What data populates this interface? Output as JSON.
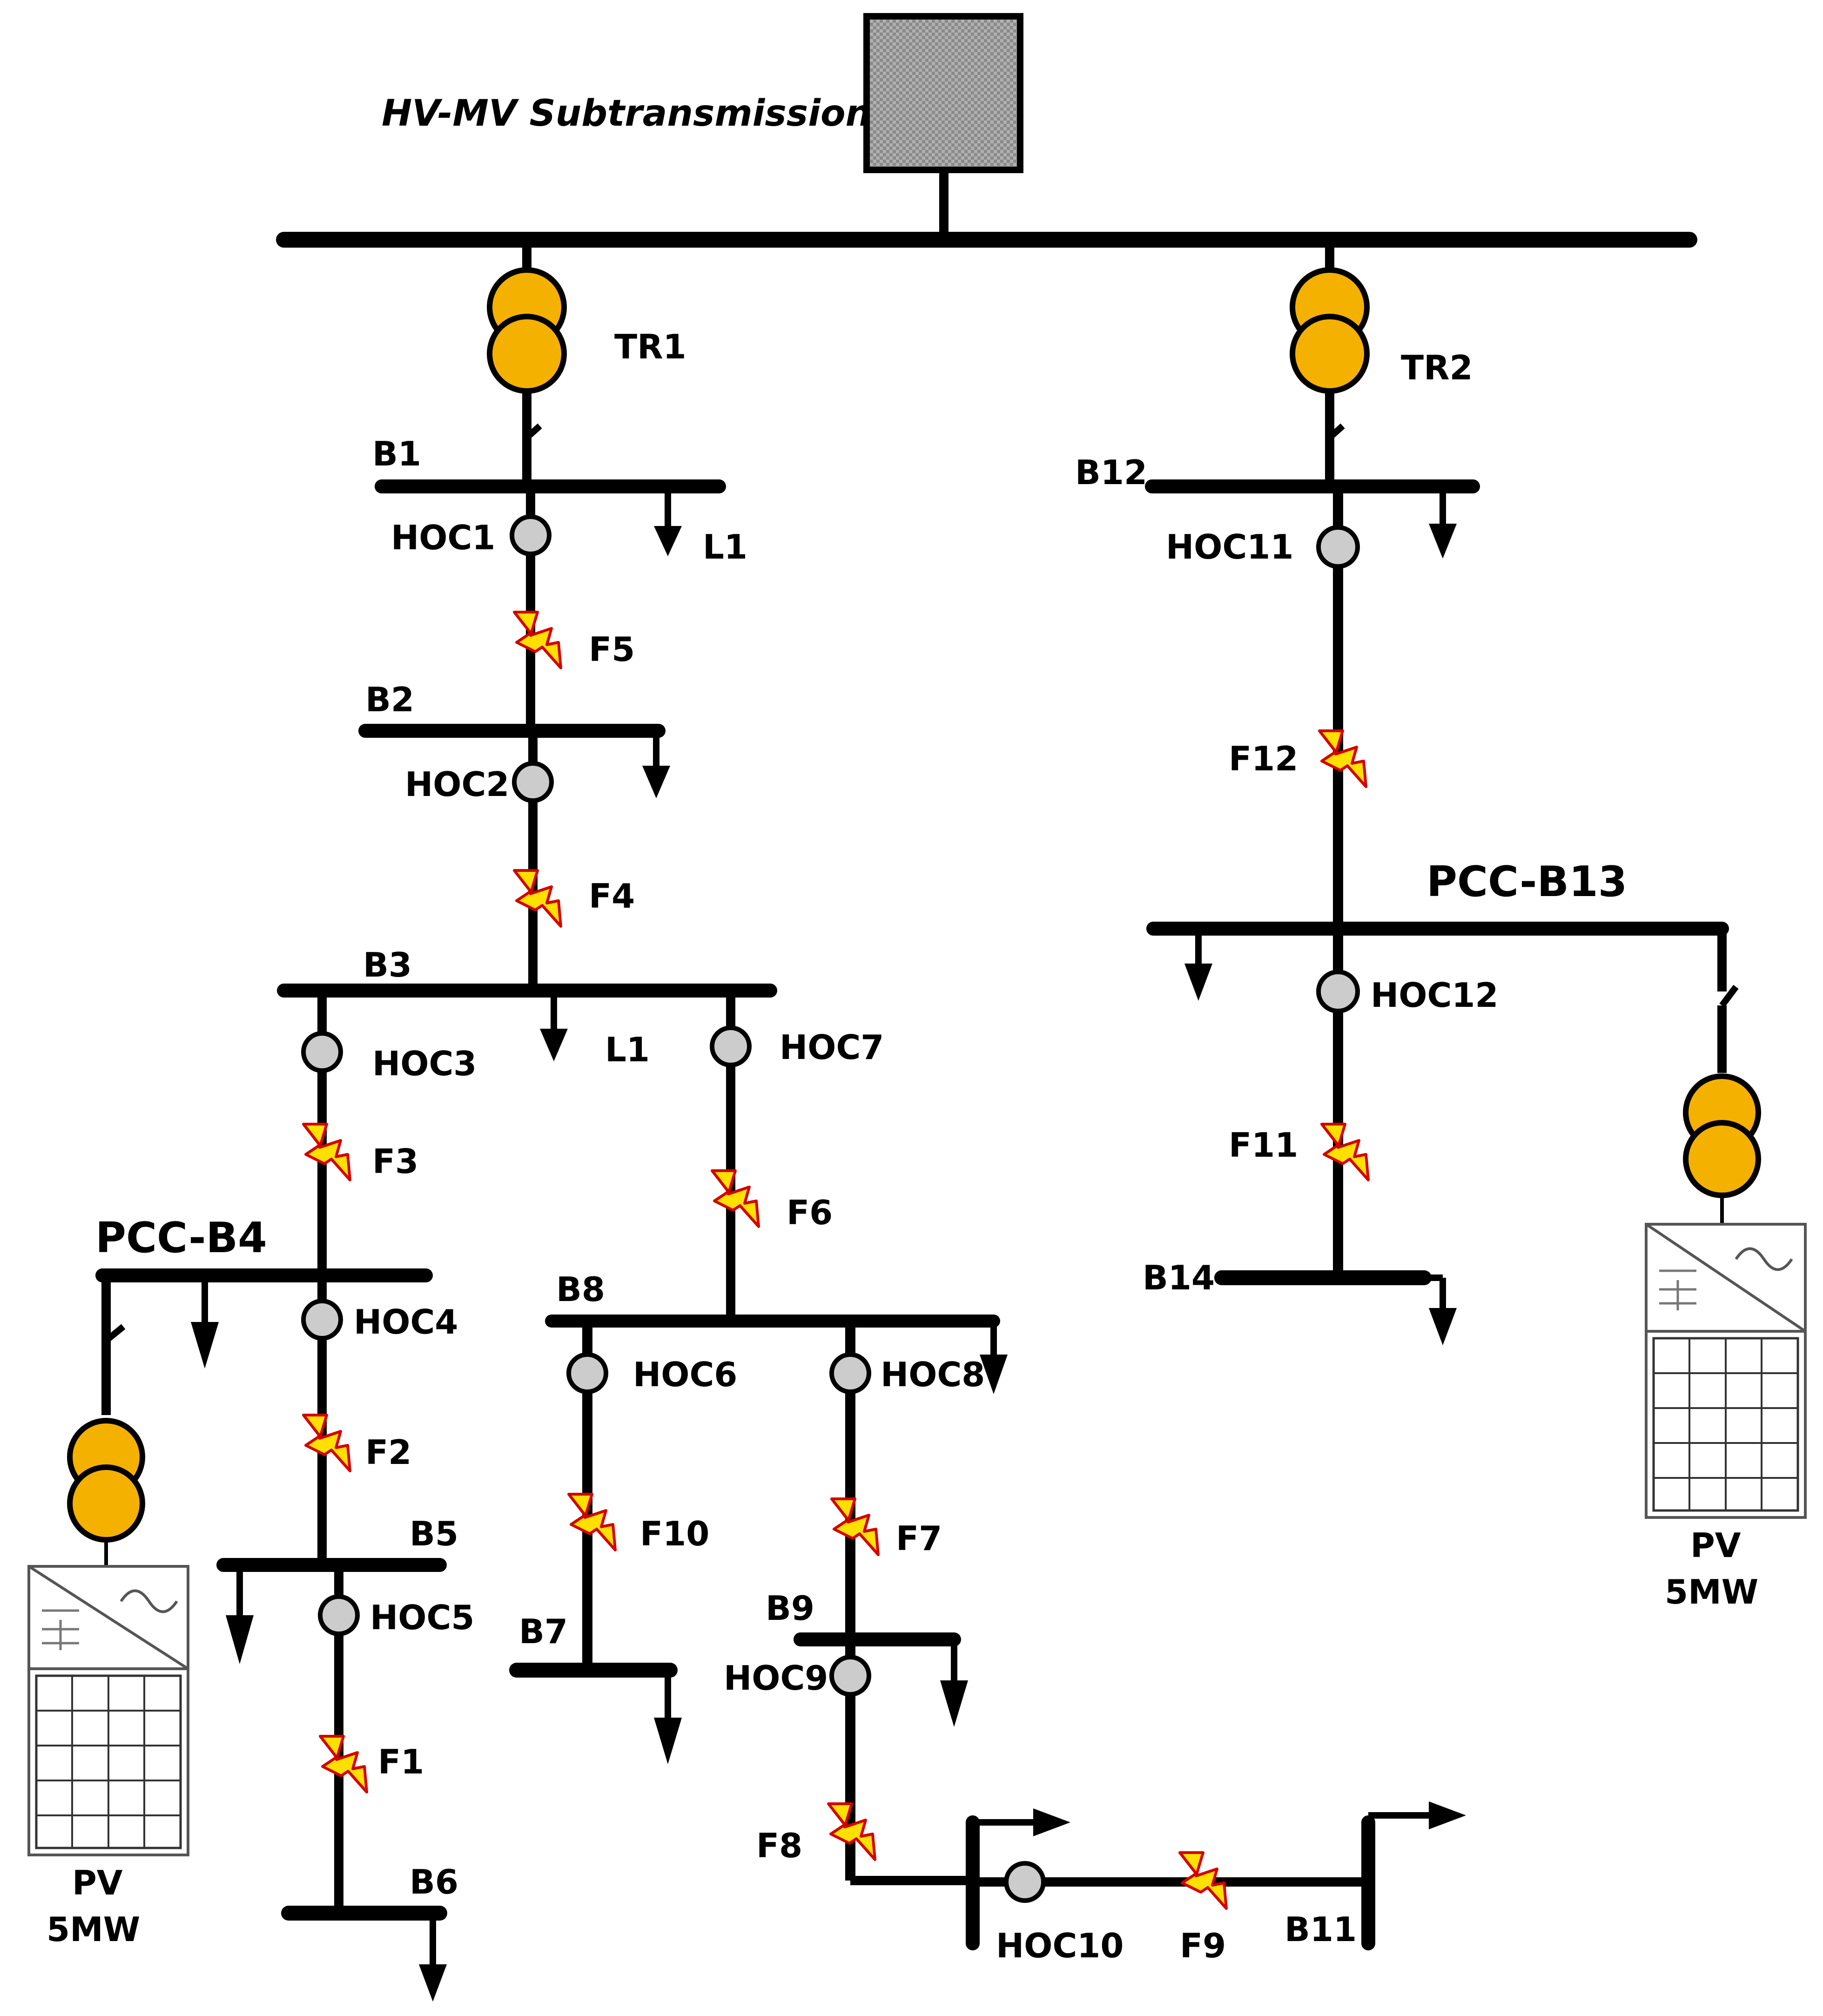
{
  "title": "HV-MV Subtransmission",
  "colors": {
    "line": "#000000",
    "transformer": "#F5B100",
    "relay": "#CCCCCC",
    "fault_fill": "#FFE000",
    "fault_stroke": "#D40000"
  },
  "transformers": [
    {
      "id": "tr1",
      "label": "TR1"
    },
    {
      "id": "tr2",
      "label": "TR2"
    },
    {
      "id": "tr-pv-left",
      "label": ""
    },
    {
      "id": "tr-pv-right",
      "label": ""
    }
  ],
  "buses": [
    {
      "id": "b1",
      "label": "B1"
    },
    {
      "id": "b2",
      "label": "B2"
    },
    {
      "id": "b3",
      "label": "B3"
    },
    {
      "id": "b4",
      "label": "PCC-B4"
    },
    {
      "id": "b5",
      "label": "B5"
    },
    {
      "id": "b6",
      "label": "B6"
    },
    {
      "id": "b7",
      "label": "B7"
    },
    {
      "id": "b8",
      "label": "B8"
    },
    {
      "id": "b9",
      "label": "B9"
    },
    {
      "id": "b11",
      "label": "B11"
    },
    {
      "id": "b12",
      "label": "B12"
    },
    {
      "id": "b13",
      "label": "PCC-B13"
    },
    {
      "id": "b14",
      "label": "B14"
    }
  ],
  "relays": [
    {
      "id": "hoc1",
      "label": "HOC1"
    },
    {
      "id": "hoc2",
      "label": "HOC2"
    },
    {
      "id": "hoc3",
      "label": "HOC3"
    },
    {
      "id": "hoc4",
      "label": "HOC4"
    },
    {
      "id": "hoc5",
      "label": "HOC5"
    },
    {
      "id": "hoc6",
      "label": "HOC6"
    },
    {
      "id": "hoc7",
      "label": "HOC7"
    },
    {
      "id": "hoc8",
      "label": "HOC8"
    },
    {
      "id": "hoc9",
      "label": "HOC9"
    },
    {
      "id": "hoc10",
      "label": "HOC10"
    },
    {
      "id": "hoc11",
      "label": "HOC11"
    },
    {
      "id": "hoc12",
      "label": "HOC12"
    }
  ],
  "faults": [
    {
      "id": "f1",
      "label": "F1"
    },
    {
      "id": "f2",
      "label": "F2"
    },
    {
      "id": "f3",
      "label": "F3"
    },
    {
      "id": "f4",
      "label": "F4"
    },
    {
      "id": "f5",
      "label": "F5"
    },
    {
      "id": "f6",
      "label": "F6"
    },
    {
      "id": "f7",
      "label": "F7"
    },
    {
      "id": "f8",
      "label": "F8"
    },
    {
      "id": "f9",
      "label": "F9"
    },
    {
      "id": "f10",
      "label": "F10"
    },
    {
      "id": "f11",
      "label": "F11"
    },
    {
      "id": "f12",
      "label": "F12"
    }
  ],
  "loads": [
    {
      "id": "load-b1",
      "label": "L1"
    },
    {
      "id": "load-b3",
      "label": "L1"
    }
  ],
  "pv": [
    {
      "id": "pv-left",
      "label": "PV",
      "rating": "5MW"
    },
    {
      "id": "pv-right",
      "label": "PV",
      "rating": "5MW"
    }
  ]
}
